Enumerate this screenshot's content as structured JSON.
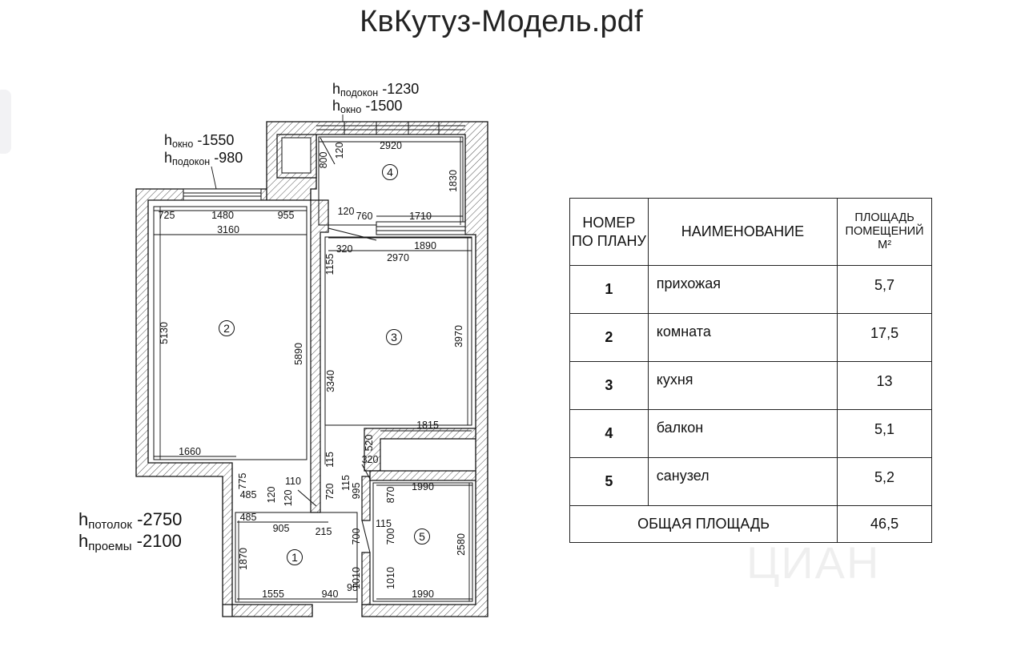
{
  "document": {
    "title": "КвКутуз-Модель.pdf"
  },
  "plan": {
    "rooms": [
      "1",
      "2",
      "3",
      "4",
      "5"
    ],
    "notes": {
      "top_window": {
        "sill_sub": "подокон",
        "sill_val": "-1230",
        "win_sub": "окно",
        "win_val": "-1500"
      },
      "left_window": {
        "win_sub": "окно",
        "win_val": "-1550",
        "sill_sub": "подокон",
        "sill_val": "-980"
      },
      "heights": {
        "ceil_sub": "потолок",
        "ceil_val": "-2750",
        "open_sub": "проемы",
        "open_val": "-2100"
      }
    },
    "dimensions": {
      "d2920": "2920",
      "d120a": "120",
      "d800": "800",
      "d1830": "1830",
      "d120b": "120",
      "d760": "760",
      "d1710": "1710",
      "d725": "725",
      "d1480": "1480",
      "d955": "955",
      "d3160": "3160",
      "d320a": "320",
      "d1890": "1890",
      "d2970": "2970",
      "d1155": "1155",
      "d5130": "5130",
      "d5890": "5890",
      "d3340": "3340",
      "d3970": "3970",
      "d1815": "1815",
      "d1660": "1660",
      "d520": "520",
      "d115a": "115",
      "d320b": "320",
      "d775": "775",
      "d485a": "485",
      "d120c": "120",
      "d110": "110",
      "d120d": "120",
      "d720": "720",
      "d115b": "115",
      "d995": "995",
      "d1990a": "1990",
      "d870": "870",
      "d485b": "485",
      "d905": "905",
      "d215": "215",
      "d115c": "115",
      "d700a": "700",
      "d700b": "700",
      "d2580": "2580",
      "d1870": "1870",
      "d1010a": "1010",
      "d1010b": "1010",
      "d1555": "1555",
      "d940": "940",
      "d95": "95",
      "d1990b": "1990"
    }
  },
  "schedule": {
    "headers": {
      "number": "НОМЕР ПО ПЛАНУ",
      "name": "НАИМЕНОВАНИЕ",
      "area": "ПЛОЩАДЬ ПОМЕЩЕНИЙ",
      "area_unit": "М²"
    },
    "rows": [
      {
        "num": "1",
        "name": "прихожая",
        "area": "5,7"
      },
      {
        "num": "2",
        "name": "комната",
        "area": "17,5"
      },
      {
        "num": "3",
        "name": "кухня",
        "area": "13"
      },
      {
        "num": "4",
        "name": "балкон",
        "area": "5,1"
      },
      {
        "num": "5",
        "name": "санузел",
        "area": "5,2"
      }
    ],
    "total": {
      "label": "ОБЩАЯ ПЛОЩАДЬ",
      "value": "46,5"
    }
  },
  "watermark": "ЦИАН"
}
